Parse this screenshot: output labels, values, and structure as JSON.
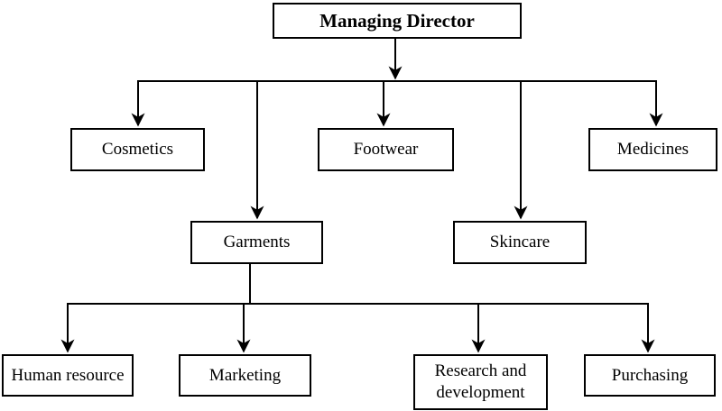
{
  "diagram": {
    "type": "org-chart",
    "colors": {
      "background": "#ffffff",
      "box_fill": "#ffffff",
      "box_border": "#000000",
      "line": "#000000",
      "text": "#000000"
    },
    "nodes": {
      "managing_director": {
        "label": "Managing Director",
        "level": 0
      },
      "cosmetics": {
        "label": "Cosmetics",
        "level": 1
      },
      "footwear": {
        "label": "Footwear",
        "level": 1
      },
      "medicines": {
        "label": "Medicines",
        "level": 1
      },
      "garments": {
        "label": "Garments",
        "level": 1
      },
      "skincare": {
        "label": "Skincare",
        "level": 1
      },
      "human_resource": {
        "label": "Human resource",
        "level": 2
      },
      "marketing": {
        "label": "Marketing",
        "level": 2
      },
      "research_development": {
        "label": "Research and development",
        "level": 2
      },
      "purchasing": {
        "label": "Purchasing",
        "level": 2
      }
    },
    "edges": [
      {
        "from": "Managing Director",
        "to": "Cosmetics"
      },
      {
        "from": "Managing Director",
        "to": "Garments"
      },
      {
        "from": "Managing Director",
        "to": "Footwear"
      },
      {
        "from": "Managing Director",
        "to": "Skincare"
      },
      {
        "from": "Managing Director",
        "to": "Medicines"
      },
      {
        "from": "Garments",
        "to": "Human resource"
      },
      {
        "from": "Garments",
        "to": "Marketing"
      },
      {
        "from": "Garments",
        "to": "Research and development"
      },
      {
        "from": "Garments",
        "to": "Purchasing"
      }
    ]
  }
}
